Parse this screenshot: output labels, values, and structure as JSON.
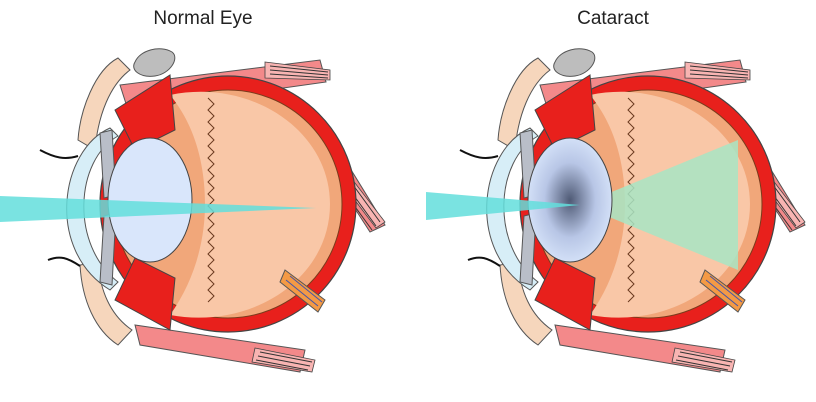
{
  "panels": [
    {
      "title": "Normal Eye"
    },
    {
      "title": "Cataract"
    }
  ],
  "colors": {
    "sclera_red": "#e8201c",
    "muscle_pink": "#f3898a",
    "muscle_light": "#f8b4b2",
    "vitreous_orange": "#f9c7a7",
    "vitreous_deep": "#f1a77a",
    "cornea_blue": "#d7eef7",
    "lens_blue": "#d9e6fb",
    "lens_cloud": "#4f5a75",
    "iris_gray": "#b9bec8",
    "light_beam": "#63dedc",
    "light_scatter": "#a8e5c4",
    "skin": "#f6d6bc",
    "fat_gray": "#bdbdbd",
    "nerve_orange": "#f49a45"
  },
  "icons": [
    "normal-eye-diagram",
    "cataract-eye-diagram"
  ]
}
